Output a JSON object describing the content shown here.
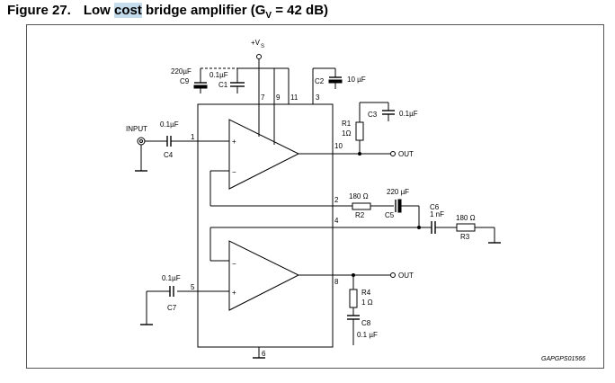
{
  "caption": {
    "figure_number": "Figure 27.",
    "before_highlight": "Low ",
    "highlight": "cost",
    "after_highlight": " bridge amplifier (G",
    "subscript": "V",
    "gain": " = 42 dB)"
  },
  "supply": {
    "label": "+V",
    "sub": "S"
  },
  "pins": {
    "p1": "1",
    "p2": "2",
    "p3": "3",
    "p4": "4",
    "p5": "5",
    "p6": "6",
    "p7": "7",
    "p8": "8",
    "p9": "9",
    "p10": "10",
    "p11": "11"
  },
  "input_label": "INPUT",
  "outputs": {
    "out_top": "OUT",
    "out_bottom": "OUT"
  },
  "components": {
    "c9_value": "220µF",
    "c9_name": "C9",
    "c1_value": "0.1µF",
    "c1_name": "C1",
    "c2_name": "C2",
    "c2_value": "10 µF",
    "c3_name": "C3",
    "c3_value": "0.1µF",
    "r1_name": "R1",
    "r1_value": "1Ω",
    "c4_value": "0.1µF",
    "c4_name": "C4",
    "r2_value": "180 Ω",
    "r2_name": "R2",
    "c5_value": "220 µF",
    "c5_name": "C5",
    "c6_name": "C6",
    "c6_value": "1 nF",
    "r3_value": "180 Ω",
    "r3_name": "R3",
    "c7_value": "0.1µF",
    "c7_name": "C7",
    "r4_name": "R4",
    "r4_value": "1 Ω",
    "c8_name": "C8",
    "c8_value": "0.1 µF"
  },
  "opamp_signs": {
    "plus": "+",
    "minus": "−"
  },
  "reference_code": "GAPGPS01566"
}
